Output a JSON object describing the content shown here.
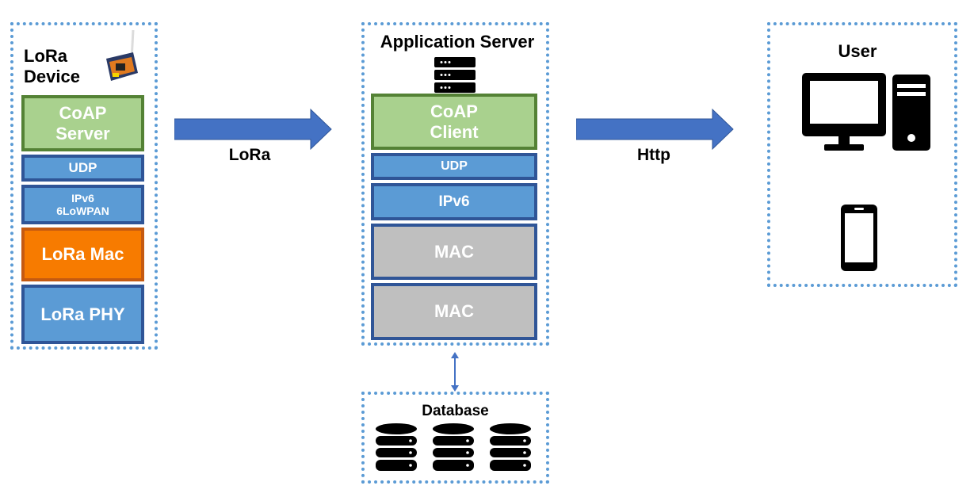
{
  "device": {
    "title": "LoRa\nDevice",
    "layers": [
      "CoAP\nServer",
      "UDP",
      "IPv6\n6LoWPAN",
      "LoRa Mac",
      "LoRa PHY"
    ]
  },
  "app_server": {
    "title": "Application Server",
    "layers": [
      "CoAP\nClient",
      "UDP",
      "IPv6",
      "MAC",
      "MAC"
    ]
  },
  "user": {
    "title": "User"
  },
  "database": {
    "title": "Database"
  },
  "links": {
    "lora": "LoRa",
    "http": "Http"
  },
  "icons": [
    "lora-board-icon",
    "server-rack-icon",
    "desktop-computer-icon",
    "smartphone-icon",
    "database-icon"
  ],
  "colors": {
    "dotted_border": "#5b9bd5",
    "arrow": "#4472c4",
    "layer_blue": "#5b9bd5",
    "layer_green": "#a9d18e",
    "layer_orange": "#f77b00",
    "layer_gray": "#bfbfbf"
  }
}
